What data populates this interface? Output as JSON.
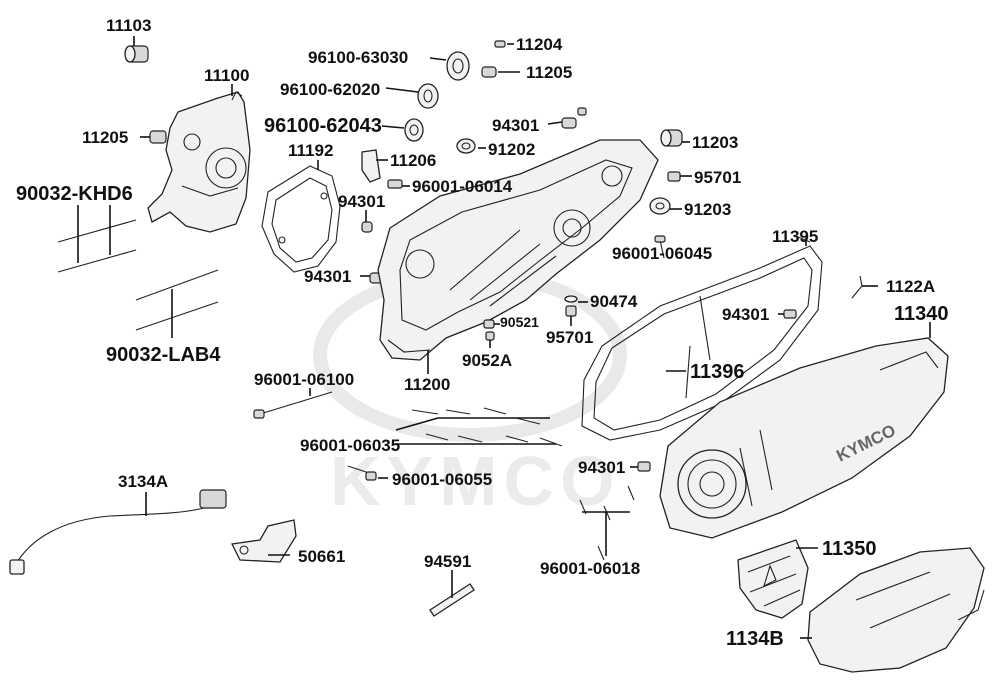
{
  "watermark": "KYMCO",
  "cover_logo": "KYMCO",
  "labels": {
    "l11103": "11103",
    "l11100": "11100",
    "l11205a": "11205",
    "l90032khd6": "90032-KHD6",
    "l90032lab4": "90032-LAB4",
    "l11192": "11192",
    "l96100_63030": "96100-63030",
    "l96100_62020": "96100-62020",
    "l96100_62043": "96100-62043",
    "l11204": "11204",
    "l11205b": "11205",
    "l94301a": "94301",
    "l91202": "91202",
    "l11206": "11206",
    "l96001_06014": "96001-06014",
    "l94301b": "94301",
    "l94301c": "94301",
    "l11203": "11203",
    "l95701a": "95701",
    "l91203": "91203",
    "l11395": "11395",
    "l96001_06045": "96001-06045",
    "l1122a": "1122A",
    "l90474": "90474",
    "l90521": "90521",
    "l95701b": "95701",
    "l9052a": "9052A",
    "l94301d": "94301",
    "l11340": "11340",
    "l11396": "11396",
    "l11200": "11200",
    "l96001_06100": "96001-06100",
    "l96001_06035": "96001-06035",
    "l96001_06055": "96001-06055",
    "l94301e": "94301",
    "l3134a": "3134A",
    "l50661": "50661",
    "l94591": "94591",
    "l96001_06018": "96001-06018",
    "l11350": "11350",
    "l1134b": "1134B"
  }
}
